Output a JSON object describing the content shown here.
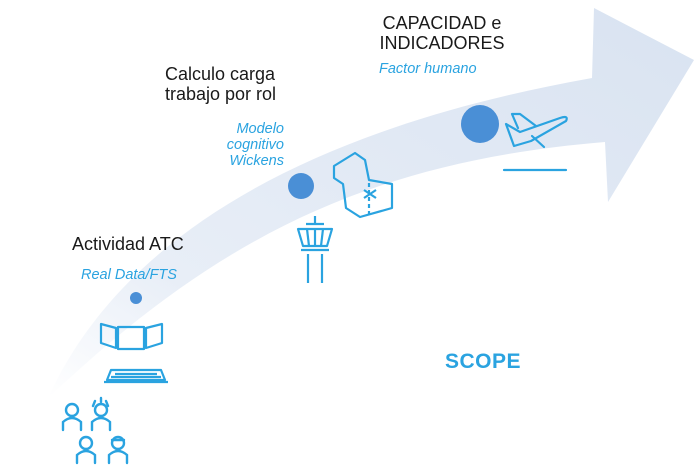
{
  "stages": {
    "activity": {
      "title": "Actividad ATC",
      "subtitle": "Real Data/FTS"
    },
    "workload": {
      "title_line1": "Calculo carga",
      "title_line2": "trabajo por rol",
      "subtitle_line1": "Modelo",
      "subtitle_line2": "cognitivo",
      "subtitle_line3": "Wickens"
    },
    "capacity": {
      "title_line1": "CAPACIDAD e",
      "title_line2": "INDICADORES",
      "subtitle": "Factor humano"
    }
  },
  "scope_label": "SCOPE",
  "colors": {
    "arrow_fill": "#dde7f3",
    "dot_fill": "#4a8fd6",
    "icon_stroke": "#2aa3e0",
    "title_text": "#1a1a1a",
    "accent_text": "#2aa3e0"
  },
  "icons": [
    "people-icon",
    "atc-workstation-icon",
    "control-tower-icon",
    "airspace-map-icon",
    "airplane-takeoff-icon"
  ]
}
